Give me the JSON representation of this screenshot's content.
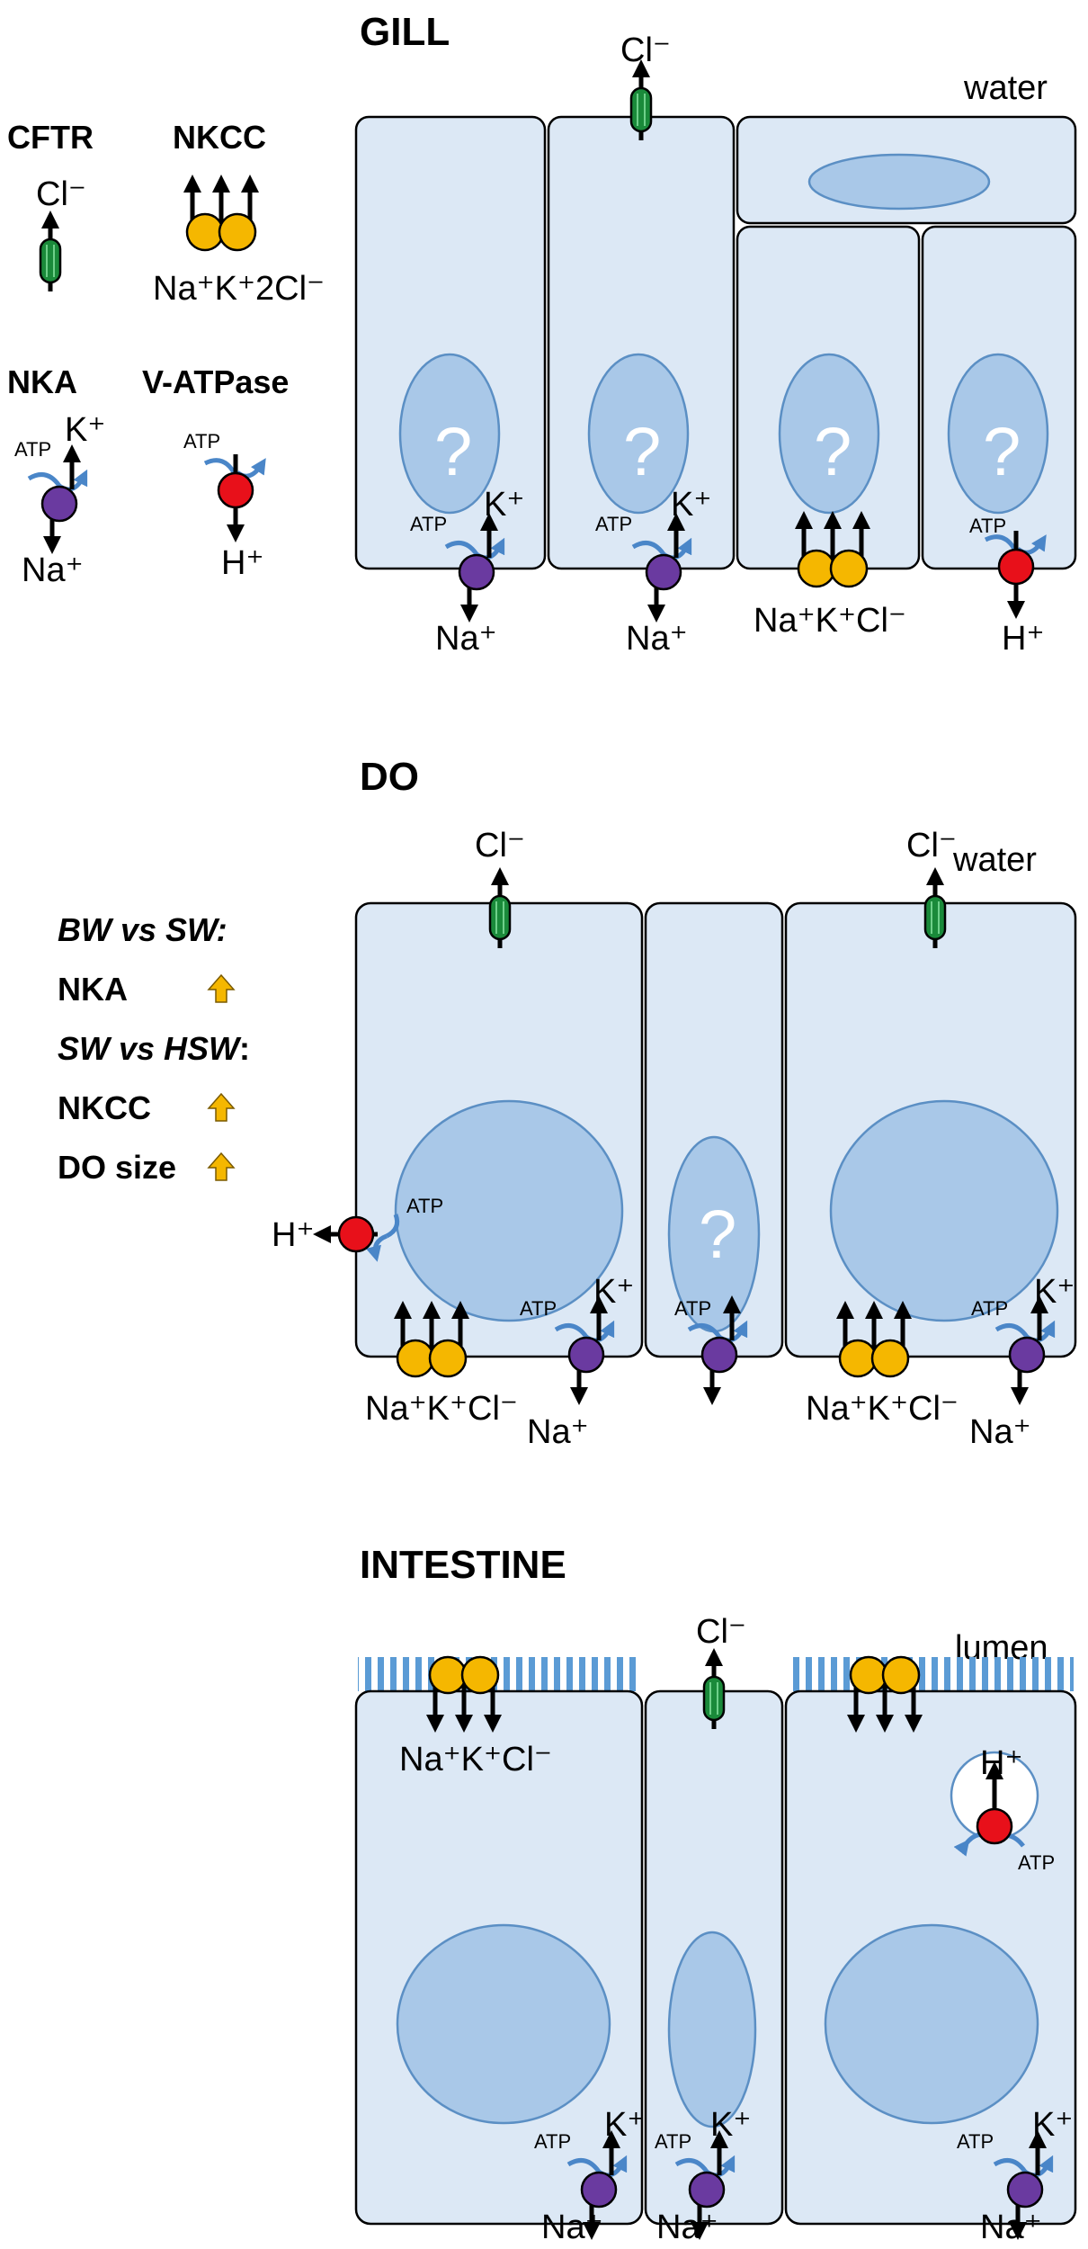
{
  "legend": {
    "cftr": "CFTR",
    "nkcc": "NKCC",
    "nka": "NKA",
    "vatpase": "V-ATPase",
    "cl": "Cl⁻",
    "nkcc_ions": "Na⁺K⁺2Cl⁻",
    "k": "K⁺",
    "na": "Na⁺",
    "atp": "ATP",
    "h": "H⁺"
  },
  "comparison": {
    "bw_vs_sw": "BW vs SW:",
    "nka": "NKA",
    "sw_vs_hsw": "SW vs HSW",
    "colon": ":",
    "nkcc": "NKCC",
    "do_size": "DO size",
    "arrow_color": "#f5b700"
  },
  "gill": {
    "title": "GILL",
    "water": "water",
    "cl": "Cl⁻",
    "question": "?",
    "atp": "ATP",
    "k": "K⁺",
    "na": "Na⁺",
    "nkcc_ions": "Na⁺K⁺Cl⁻",
    "h": "H⁺"
  },
  "do": {
    "title": "DO",
    "water": "water",
    "cl": "Cl⁻",
    "question": "?",
    "atp": "ATP",
    "k": "K⁺",
    "na": "Na⁺",
    "h": "H⁺",
    "nkcc_ions": "Na⁺K⁺Cl⁻"
  },
  "intestine": {
    "title": "INTESTINE",
    "lumen": "lumen",
    "cl": "Cl⁻",
    "nkcc_ions": "Na⁺K⁺Cl⁻",
    "h": "H⁺",
    "atp": "ATP",
    "k": "K⁺",
    "na": "Na⁺"
  },
  "colors": {
    "cell_fill": "#dce8f5",
    "nucleus_fill": "#a9c8e8",
    "nka_purple": "#6a3aa0",
    "nkcc_yellow": "#f5b700",
    "vatpase_red": "#e8101a",
    "cftr_green": "#1a8a3a",
    "atp_arrow_blue": "#4a86c8",
    "microvilli_blue": "#5b9bd5"
  },
  "icons": [
    "cftr-channel-icon",
    "nkcc-cotransporter-icon",
    "nka-pump-icon",
    "v-atpase-pump-icon",
    "up-arrow-icon"
  ]
}
